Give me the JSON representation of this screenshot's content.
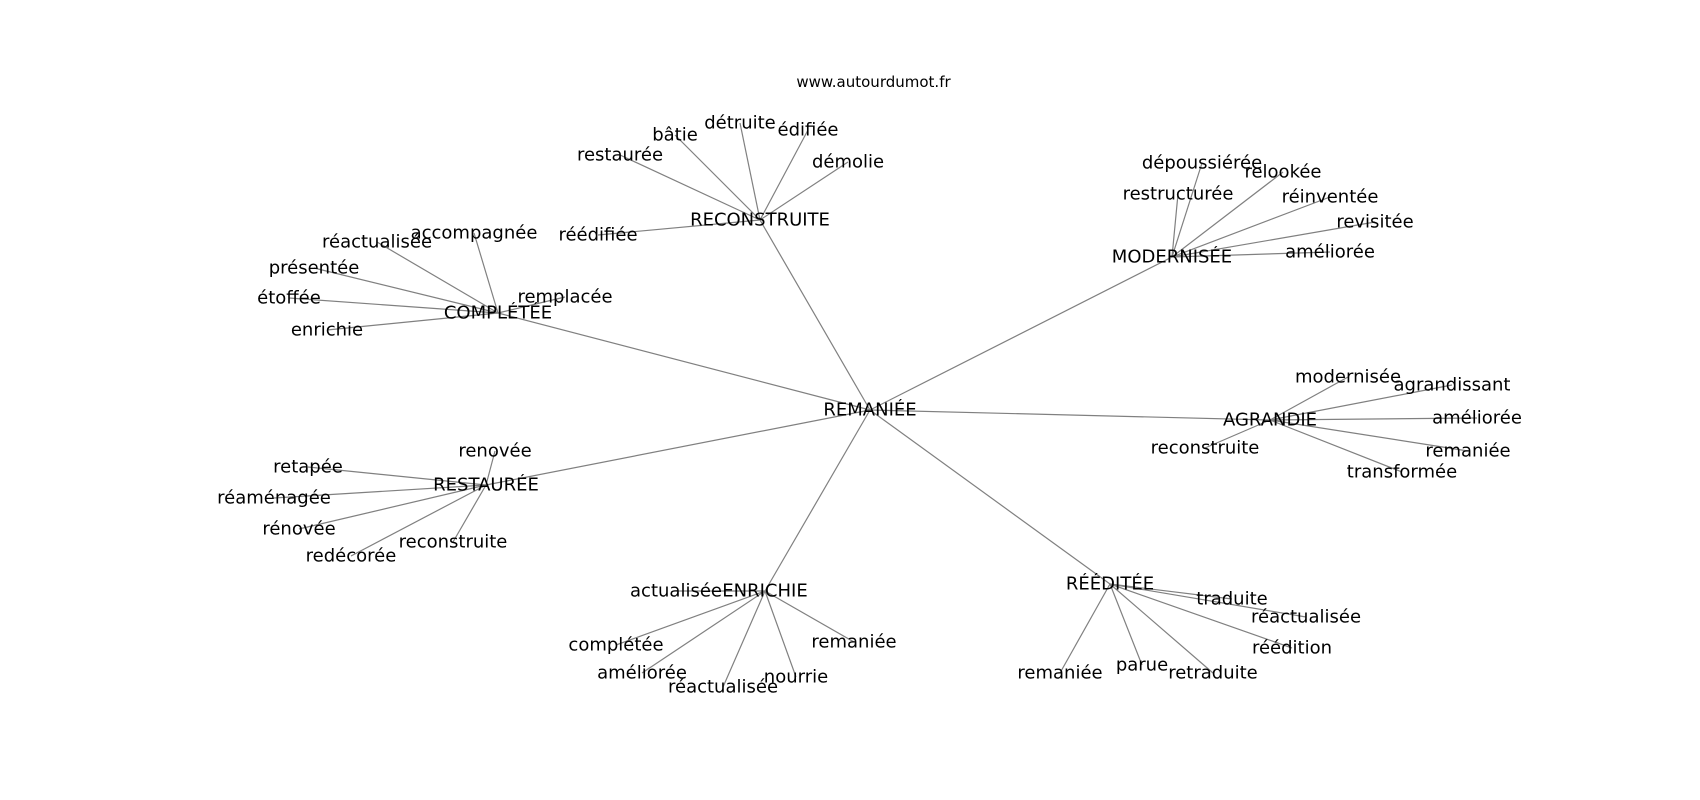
{
  "source": "www.autourdumot.fr",
  "center": "REMANIÉE",
  "clusters": [
    {
      "label": "RECONSTRUITE",
      "words": [
        "restaurée",
        "bâtie",
        "détruite",
        "édifiée",
        "démolie",
        "réédifiée"
      ]
    },
    {
      "label": "MODERNISÉE",
      "words": [
        "dépoussiérée",
        "relookée",
        "restructurée",
        "réinventée",
        "revisitée",
        "améliorée"
      ]
    },
    {
      "label": "COMPLÉTÉE",
      "words": [
        "réactualisée",
        "accompagnée",
        "présentée",
        "étoffée",
        "remplacée",
        "enrichie"
      ]
    },
    {
      "label": "AGRANDIE",
      "words": [
        "modernisée",
        "agrandissant",
        "améliorée",
        "reconstruite",
        "remaniée",
        "transformée"
      ]
    },
    {
      "label": "RESTAURÉE",
      "words": [
        "renovée",
        "retapée",
        "réaménagée",
        "rénovée",
        "reconstruite",
        "redécorée"
      ]
    },
    {
      "label": "ENRICHIE",
      "words": [
        "actualisée",
        "complétée",
        "améliorée",
        "réactualisée",
        "remaniée",
        "nourrie"
      ]
    },
    {
      "label": "RÉÉDITÉE",
      "words": [
        "traduite",
        "réactualisée",
        "réédition",
        "remaniée",
        "parue",
        "retraduite"
      ]
    }
  ]
}
